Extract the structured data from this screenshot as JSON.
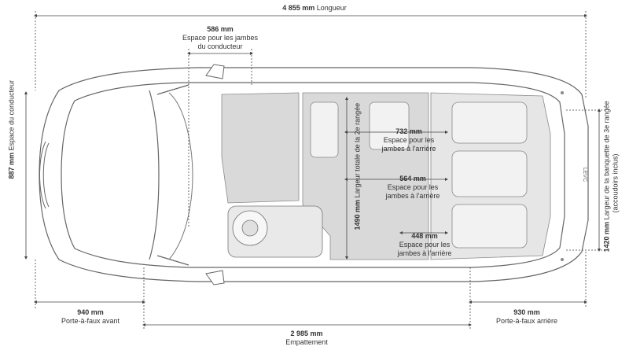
{
  "dimensions": {
    "length": {
      "value": "4 855 mm",
      "label": "Longueur"
    },
    "driver_legroom": {
      "value": "586 mm",
      "label_line1": "Espace pour les jambes",
      "label_line2": "du conducteur"
    },
    "driver_space": {
      "value": "887 mm",
      "label": "Espace du conducteur"
    },
    "rear_legroom_1": {
      "value": "732 mm",
      "label_line1": "Espace pour les",
      "label_line2": "jambes à l'arrière"
    },
    "rear_legroom_2": {
      "value": "564 mm",
      "label_line1": "Espace pour les",
      "label_line2": "jambes à l'arrière"
    },
    "rear_legroom_3": {
      "value": "448 mm",
      "label_line1": "Espace pour les",
      "label_line2": "jambes à l'arrière"
    },
    "second_row_width": {
      "value": "1490 mm",
      "label": "Largeur totale de la 2e rangée"
    },
    "third_row_width": {
      "value": "1420 mm",
      "label_line1": "Largeur de la banquette de 3e rangée",
      "label_line2": "(accoudoirs inclus)"
    },
    "front_overhang": {
      "value": "940 mm",
      "label": "Porte-à-faux avant"
    },
    "wheelbase": {
      "value": "2 985 mm",
      "label": "Empattement"
    },
    "rear_overhang": {
      "value": "930 mm",
      "label": "Porte-à-faux arrière"
    }
  },
  "badge": "LEVC",
  "colors": {
    "line": "#555555",
    "fill": "#d9d9d9",
    "body": "#ffffff",
    "outline": "#666666"
  }
}
